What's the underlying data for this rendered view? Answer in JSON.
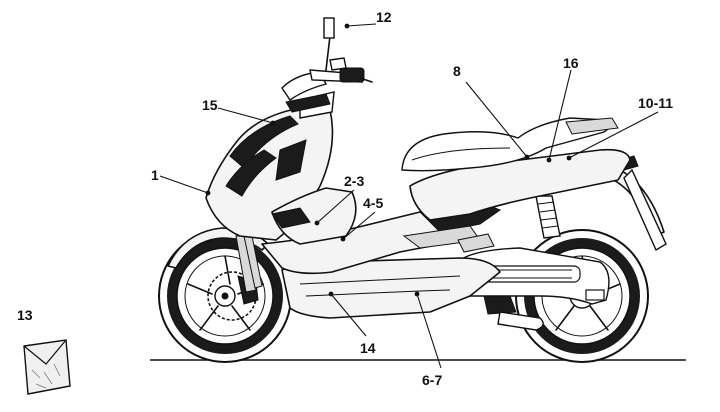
{
  "diagram": {
    "callouts": [
      {
        "id": "c12",
        "label": "12"
      },
      {
        "id": "c8",
        "label": "8"
      },
      {
        "id": "c16",
        "label": "16"
      },
      {
        "id": "c10",
        "label": "10-11"
      },
      {
        "id": "c15",
        "label": "15"
      },
      {
        "id": "c1",
        "label": "1"
      },
      {
        "id": "c2",
        "label": "2-3"
      },
      {
        "id": "c4",
        "label": "4-5"
      },
      {
        "id": "c13",
        "label": "13"
      },
      {
        "id": "c14",
        "label": "14"
      },
      {
        "id": "c6",
        "label": "6-7"
      }
    ],
    "colors": {
      "line": "#111111",
      "panel": "#f4f4f4",
      "background": "#ffffff"
    }
  }
}
